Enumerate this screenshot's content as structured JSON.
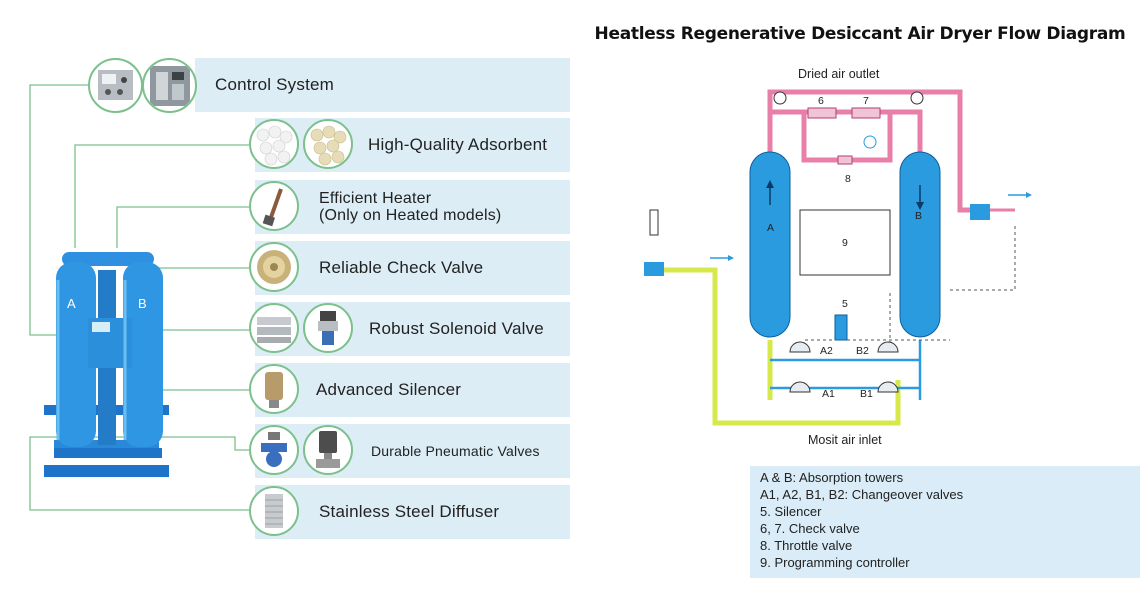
{
  "features": [
    {
      "label": "Control System",
      "icon": "control-system"
    },
    {
      "label": "High-Quality Adsorbent",
      "icon": "adsorbent-beads"
    },
    {
      "label": "Efficient Heater\n(Only on Heated models)",
      "icon": "heater-rod"
    },
    {
      "label": "Reliable Check Valve",
      "icon": "check-valve"
    },
    {
      "label": "Robust Solenoid Valve",
      "icon": "solenoid-valve"
    },
    {
      "label": "Advanced Silencer",
      "icon": "silencer"
    },
    {
      "label": "Durable Pneumatic Valves",
      "icon": "pneumatic-valve"
    },
    {
      "label": "Stainless Steel Diffuser",
      "icon": "diffuser"
    }
  ],
  "dryer_photo": {
    "tower_a_label": "A",
    "tower_b_label": "B"
  },
  "diagram": {
    "title": "Heatless Regenerative Desiccant Air Dryer Flow Diagram",
    "outlet_label": "Dried air outlet",
    "inlet_label": "Mosit air inlet",
    "tower_a": "A",
    "tower_b": "B",
    "controller_num": "9",
    "silencer_num": "5",
    "check_valve_6": "6",
    "check_valve_7": "7",
    "throttle_num": "8",
    "valve_a1": "A1",
    "valve_a2": "A2",
    "valve_b1": "B1",
    "valve_b2": "B2"
  },
  "legend": [
    "A & B: Absorption towers",
    "A1, A2, B1, B2: Changeover valves",
    "5. Silencer",
    "6, 7. Check valve",
    "8. Throttle valve",
    "9. Programming controller"
  ],
  "colors": {
    "row_bg": "#dcedf6",
    "connector": "#7cc08c",
    "tower_blue": "#2b9be0",
    "dried_pipe": "#e87fa8",
    "inlet_pipe": "#d7e94a",
    "legend_bg": "#d9ecf7"
  }
}
